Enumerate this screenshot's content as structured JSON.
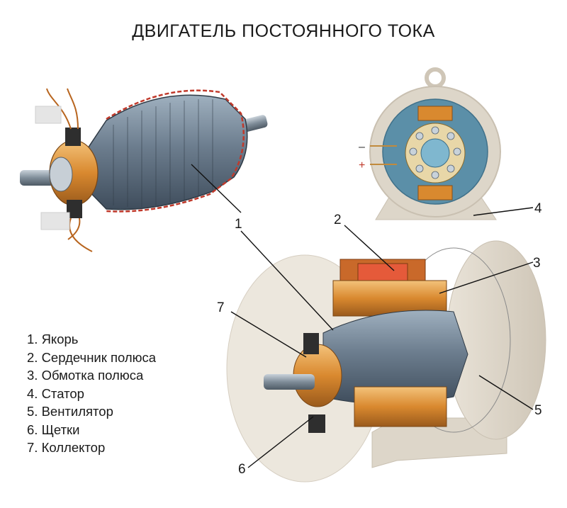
{
  "title": "ДВИГАТЕЛЬ ПОСТОЯННОГО ТОКА",
  "legend": [
    "1. Якорь",
    "2. Сердечник полюса",
    "3. Обмотка полюса",
    "4. Статор",
    "5. Вентилятор",
    "6. Щетки",
    "7. Коллектор"
  ],
  "callouts": [
    "1",
    "2",
    "3",
    "4",
    "5",
    "6",
    "7"
  ],
  "terminals": {
    "minus": "–",
    "plus": "+"
  },
  "colors": {
    "housing": "#ddd6c9",
    "housing_edge": "#c9c0b1",
    "armature_steel": "#6c7d8e",
    "armature_dark": "#3f4d5c",
    "copper": "#d9892f",
    "pole_red": "#e55a3a",
    "winding_wire": "#b84a2a",
    "brush": "#2e2e2e",
    "stator_blue": "#5b8fa8"
  }
}
